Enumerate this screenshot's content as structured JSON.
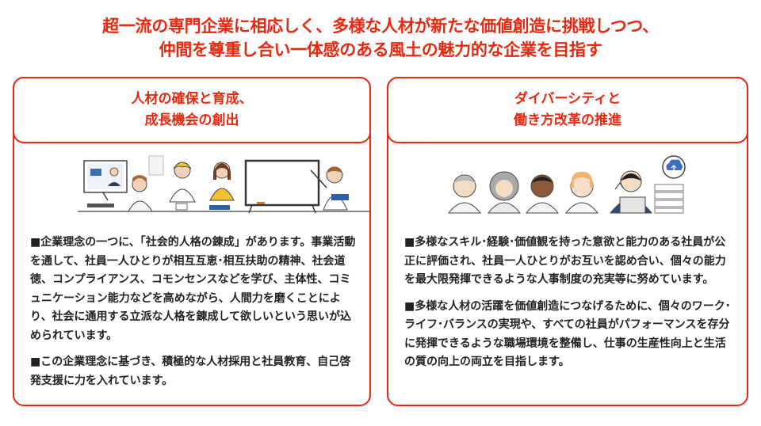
{
  "headline": {
    "line1": "超一流の専門企業に相応しく、多様な人材が新たな価値創造に挑戦しつつ、",
    "line2": "仲間を尊重し合い一体感のある風土の魅力的な企業を目指す"
  },
  "left_panel": {
    "title_line1": "人材の確保と育成、",
    "title_line2": "成長機会の創出",
    "paragraphs": [
      "■企業理念の一つに、「社会的人格の錬成」があります。事業活動を通して、社員一人ひとりが相互互恵･相互扶助の精神、社会道徳、コンプライアンス、コモンセンスなどを学び、主体性、コミュニケーション能力などを高めながら、人間力を磨くことにより、社会に通用する立派な人格を錬成して欲しいという思いが込められています。",
      "■この企業理念に基づき、積極的な人材採用と社員教育、自己啓発支援に力を入れています。"
    ]
  },
  "right_panel": {
    "title_line1": "ダイバーシティと",
    "title_line2": "働き方改革の推進",
    "paragraphs": [
      "■多様なスキル･経験･価値観を持った意欲と能力のある社員が公正に評価され、社員一人ひとりがお互いを認め合い、個々の能力を最大限発揮できるような人事制度の充実等に努めています。",
      "■多様な人材の活躍を価値創造につなげるために、個々のワーク･ライフ･バランスの実現や、すべての社員がパフォーマンスを存分に発揮できるような職場環境を整備し、仕事の生産性向上と生活の質の向上の両立を目指します。"
    ]
  },
  "colors": {
    "accent": "#e8280f",
    "text": "#222222"
  }
}
